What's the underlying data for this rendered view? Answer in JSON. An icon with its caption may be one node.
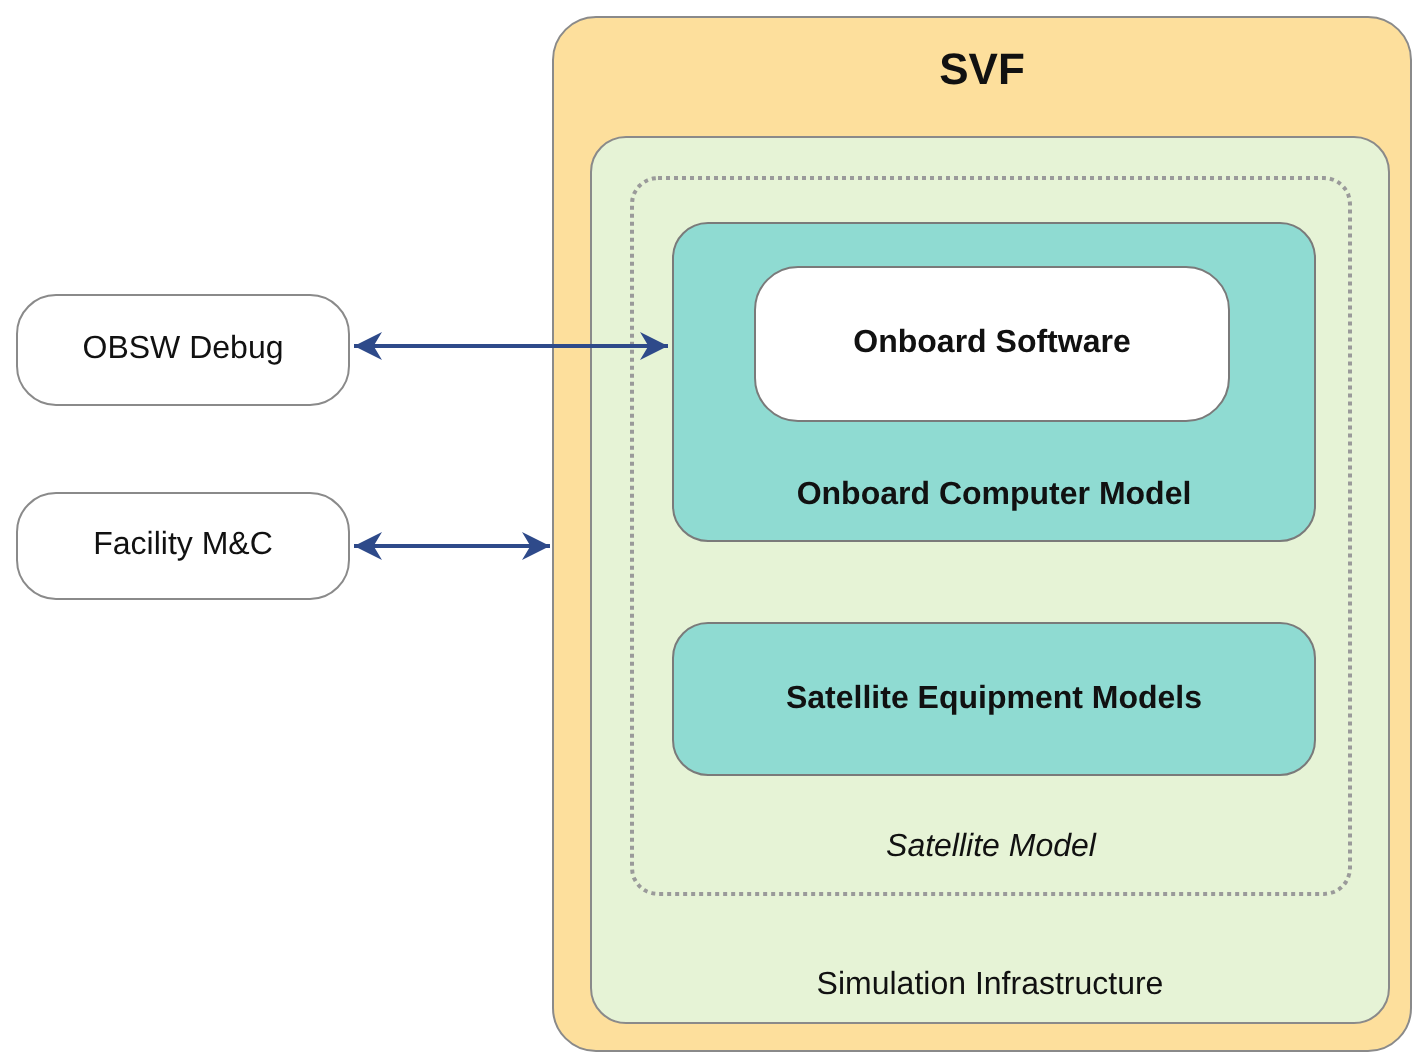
{
  "diagram": {
    "nodes": [
      {
        "text": [
          "SVF"
        ]
      },
      {
        "text": [
          "Simulation Infrastructure"
        ],
        "in": 0
      },
      {
        "text": [
          "Satellite Model"
        ],
        "in": 1
      },
      {
        "text": [
          "Onboard Computer Model"
        ],
        "in": 2
      },
      {
        "text": [
          "Onboard Software"
        ],
        "in": 3
      },
      {
        "text": [
          "Satellite Equipment Models"
        ],
        "in": 2
      },
      {
        "text": [
          "OBSW Debug"
        ]
      },
      {
        "text": [
          "Facility M&C"
        ]
      }
    ],
    "edges": [
      {
        "from": 6,
        "to": 3,
        "arrow": "both"
      },
      {
        "from": 7,
        "to": 0,
        "arrow": "both"
      }
    ]
  }
}
